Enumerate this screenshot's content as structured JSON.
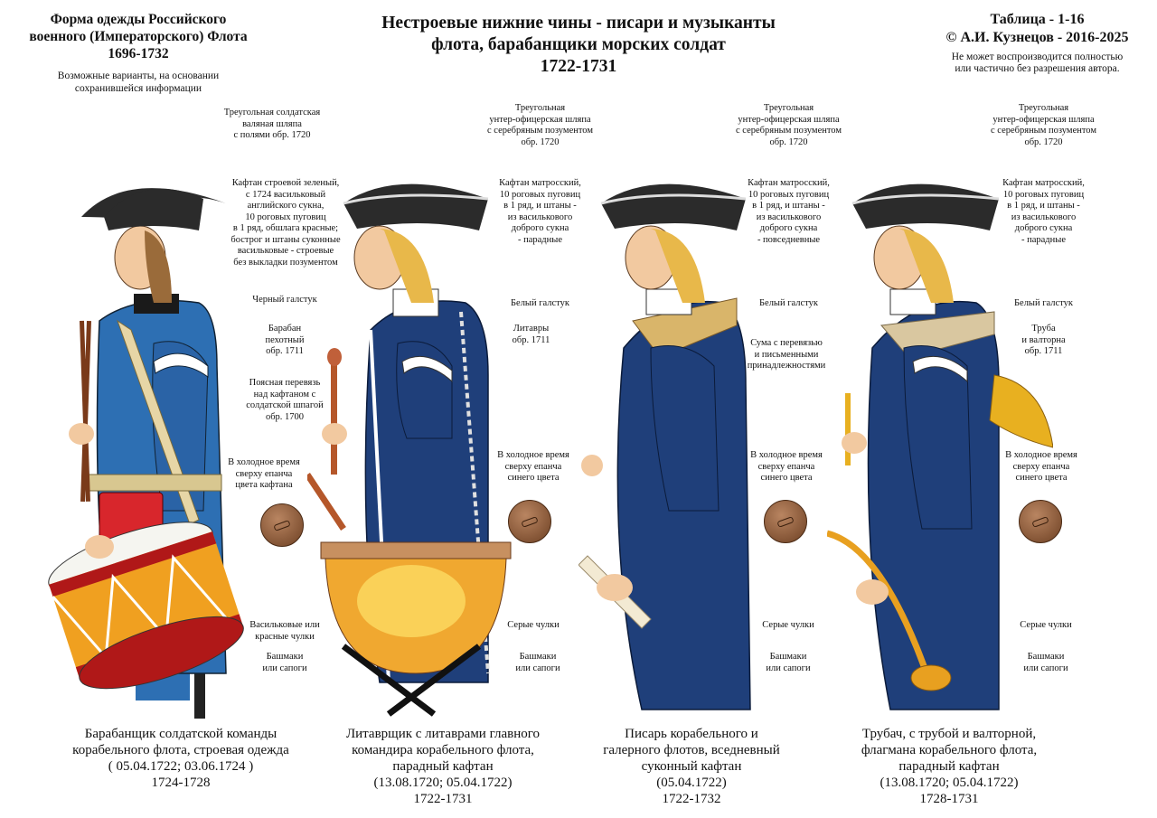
{
  "header": {
    "left_title": [
      "Форма одежды Российского",
      "военного (Императорского) Флота",
      "1696-1732"
    ],
    "left_note": [
      "Возможные варианты, на основании",
      "сохранившейся информации"
    ],
    "center_title": [
      "Нестроевые нижние чины - писари и музыканты",
      "флота, барабанщики морских солдат",
      "1722-1731"
    ],
    "right_title": [
      "Таблица - 1-16",
      "© А.И. Кузнецов - 2016-2025"
    ],
    "right_note": [
      "Не может воспроизводится полностью",
      "или частично без разрешения автора."
    ]
  },
  "figures": [
    {
      "labels": {
        "hat": [
          "Треугольная солдатская",
          "валяная шляпа",
          "с полями обр. 1720"
        ],
        "kaftan": [
          "Кафтан строевой зеленый,",
          "с 1724 васильковый",
          "английского сукна,",
          "10 роговых пуговиц",
          "в 1 ряд, обшлага красные;",
          "бострог и штаны суконные",
          "васильковые - строевые",
          "без выкладки позументом"
        ],
        "tie": [
          "Черный галстук"
        ],
        "item": [
          "Барабан",
          "пехотный",
          "обр. 1711"
        ],
        "belt": [
          "Поясная перевязь",
          "над кафтаном с",
          "солдатской шпагой",
          "обр. 1700"
        ],
        "cold": [
          "В холодное время",
          "сверху епанча",
          "цвета кафтана"
        ],
        "stockings": [
          "Васильковые или",
          "красные чулки"
        ],
        "shoes": [
          "Башмаки",
          "или сапоги"
        ]
      },
      "caption": [
        "Барабанщик солдатской команды",
        "корабельного флота, строевая одежда",
        "( 05.04.1722; 03.06.1724 )",
        "1724-1728"
      ]
    },
    {
      "labels": {
        "hat": [
          "Треугольная",
          "унтер-офицерская шляпа",
          "с серебряным позументом",
          "обр. 1720"
        ],
        "kaftan": [
          "Кафтан матросский,",
          "10 роговых пуговиц",
          "в 1 ряд, и штаны -",
          "из василькового",
          "доброго сукна",
          "- парадные"
        ],
        "tie": [
          "Белый галстук"
        ],
        "item": [
          "Литавры",
          "обр. 1711"
        ],
        "cold": [
          "В холодное время",
          "сверху епанча",
          "синего цвета"
        ],
        "stockings": [
          "Серые чулки"
        ],
        "shoes": [
          "Башмаки",
          "или сапоги"
        ]
      },
      "caption": [
        "Литаврщик с литаврами главного",
        "командира корабельного флота,",
        "парадный  кафтан",
        "(13.08.1720; 05.04.1722)",
        "1722-1731"
      ]
    },
    {
      "labels": {
        "hat": [
          "Треугольная",
          "унтер-офицерская шляпа",
          "с серебряным позументом",
          "обр. 1720"
        ],
        "kaftan": [
          "Кафтан матросский,",
          "10 роговых  пуговиц",
          "в 1 ряд, и штаны -",
          "из василькового",
          "доброго сукна",
          "- повседневные"
        ],
        "tie": [
          "Белый галстук"
        ],
        "item": [
          "Сума с перевязью",
          "и письменными",
          "принадлежностями"
        ],
        "cold": [
          "В холодное время",
          "сверху епанча",
          "синего цвета"
        ],
        "stockings": [
          "Серые чулки"
        ],
        "shoes": [
          "Башмаки",
          "или сапоги"
        ]
      },
      "caption": [
        "Писарь корабельного и",
        "галерного флотов, вседневный",
        "суконный кафтан",
        "(05.04.1722)",
        "1722-1732"
      ]
    },
    {
      "labels": {
        "hat": [
          "Треугольная",
          "унтер-офицерская шляпа",
          "с серебряным позументом",
          "обр. 1720"
        ],
        "kaftan": [
          "Кафтан матросский,",
          "10 роговых  пуговиц",
          "в 1 ряд, и штаны -",
          "из василькового",
          "доброго сукна",
          "- парадные"
        ],
        "tie": [
          "Белый галстук"
        ],
        "item": [
          "Труба",
          "и валторна",
          "обр. 1711"
        ],
        "cold": [
          "В холодное время",
          "сверху епанча",
          "синего цвета"
        ],
        "stockings": [
          "Серые чулки"
        ],
        "shoes": [
          "Башмаки",
          "или сапоги"
        ]
      },
      "caption": [
        "Трубач, с трубой и валторной,",
        "флагмана корабельного флота,",
        "парадный  кафтан",
        "(13.08.1720; 05.04.1722)",
        "1728-1731"
      ]
    }
  ],
  "colors": {
    "coat_dark": "#1f3f7a",
    "coat_light": "#2d6fb3",
    "hat": "#2b2b2b",
    "hair": "#e8b84a",
    "skin": "#f2c9a0",
    "button_disc": "#8a5a38",
    "drum_red": "#d8262c",
    "brass": "#e8a020"
  }
}
